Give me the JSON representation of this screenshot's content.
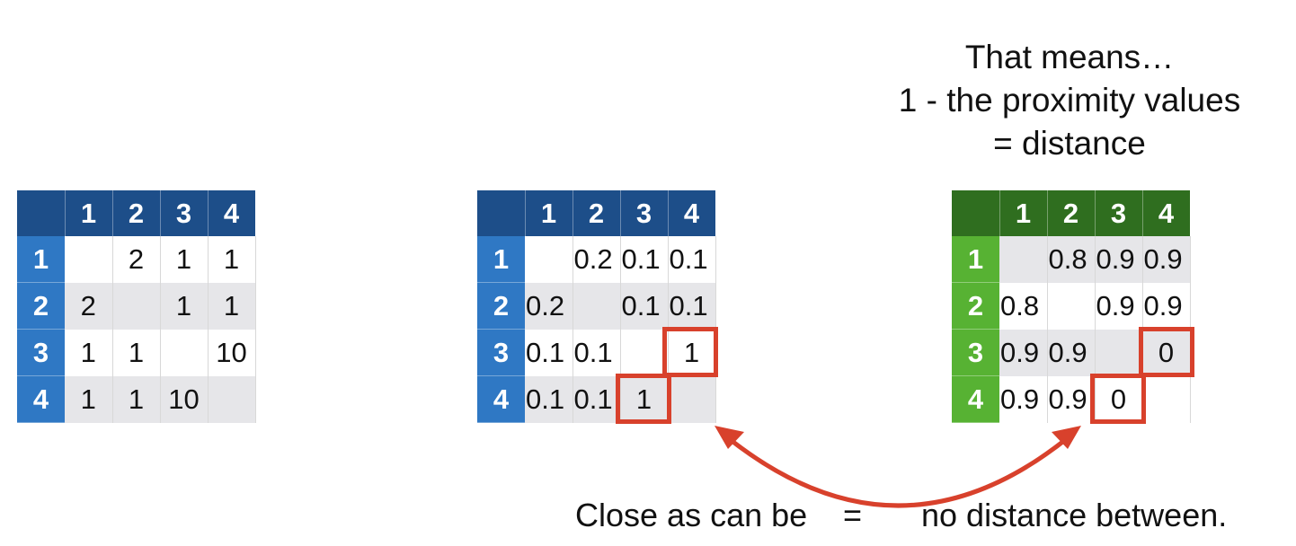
{
  "note": {
    "line1": "That means…",
    "line2": "1 - the proximity values",
    "line3": "= distance"
  },
  "tables": [
    {
      "headers": [
        "1",
        "2",
        "3",
        "4"
      ],
      "rows": [
        {
          "label": "1",
          "cells": [
            "",
            "2",
            "1",
            "1"
          ]
        },
        {
          "label": "2",
          "cells": [
            "2",
            "",
            "1",
            "1"
          ]
        },
        {
          "label": "3",
          "cells": [
            "1",
            "1",
            "",
            "10"
          ]
        },
        {
          "label": "4",
          "cells": [
            "1",
            "1",
            "10",
            ""
          ]
        }
      ]
    },
    {
      "headers": [
        "1",
        "2",
        "3",
        "4"
      ],
      "rows": [
        {
          "label": "1",
          "cells": [
            "",
            "0.2",
            "0.1",
            "0.1"
          ]
        },
        {
          "label": "2",
          "cells": [
            "0.2",
            "",
            "0.1",
            "0.1"
          ]
        },
        {
          "label": "3",
          "cells": [
            "0.1",
            "0.1",
            "",
            "1"
          ]
        },
        {
          "label": "4",
          "cells": [
            "0.1",
            "0.1",
            "1",
            ""
          ]
        }
      ]
    },
    {
      "headers": [
        "1",
        "2",
        "3",
        "4"
      ],
      "rows": [
        {
          "label": "1",
          "cells": [
            "",
            "0.8",
            "0.9",
            "0.9"
          ]
        },
        {
          "label": "2",
          "cells": [
            "0.8",
            "",
            "0.9",
            "0.9"
          ]
        },
        {
          "label": "3",
          "cells": [
            "0.9",
            "0.9",
            "",
            "0"
          ]
        },
        {
          "label": "4",
          "cells": [
            "0.9",
            "0.9",
            "0",
            ""
          ]
        }
      ]
    }
  ],
  "caption": {
    "left": "Close as can be",
    "equals": "=",
    "right": "no distance between."
  },
  "colors": {
    "blue_header": "#1d4e89",
    "blue_rowhead": "#2f78c4",
    "green_header": "#2f6e1f",
    "green_rowhead": "#57b233",
    "highlight": "#d8412c",
    "arrow": "#d8412c"
  }
}
